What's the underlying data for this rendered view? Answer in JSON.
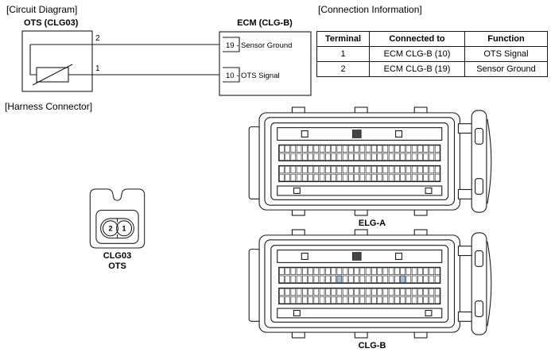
{
  "sections": {
    "circuit_diagram": "[Circuit Diagram]",
    "connection_information": "[Connection Information]",
    "harness_connector": "[Harness Connector]"
  },
  "circuit": {
    "ots_label": "OTS (CLG03)",
    "ecm_label": "ECM (CLG-B)",
    "pin2": "2",
    "pin1": "1",
    "ecm_pin19": "19 - Sensor Ground",
    "ecm_pin10": "10 - OTS Signal"
  },
  "connection_table": {
    "headers": [
      "Terminal",
      "Connected to",
      "Function"
    ],
    "rows": [
      [
        "1",
        "ECM CLG-B (10)",
        "OTS Signal"
      ],
      [
        "2",
        "ECM CLG-B (19)",
        "Sensor Ground"
      ]
    ]
  },
  "harness": {
    "pin_left": "2",
    "pin_right": "1",
    "code": "CLG03",
    "name": "OTS"
  },
  "ecm_connectors": {
    "top_label": "ELG-A",
    "bottom_label": "CLG-B"
  },
  "colors": {
    "line": "#1a1a1a",
    "highlight": "#9ec3e6",
    "background": "#ffffff"
  }
}
